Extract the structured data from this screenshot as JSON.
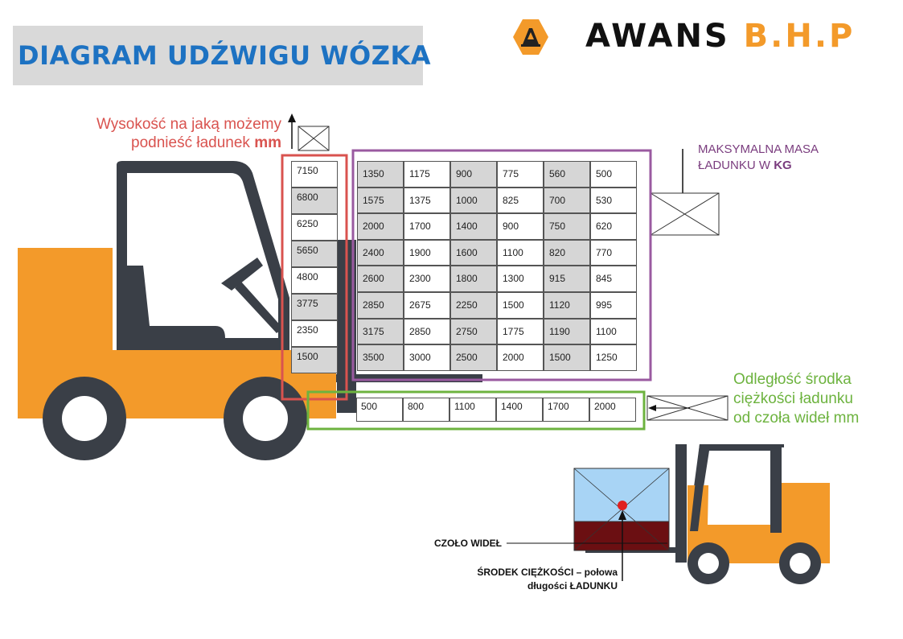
{
  "header": {
    "title": "DIAGRAM UDŹWIGU WÓZKA",
    "logo_text": "AWANS ",
    "logo_accent": "B.H.P",
    "logo_icon": "forklift-hexagon-logo"
  },
  "labels": {
    "height_line1": "Wysokość na jaką możemy",
    "height_line2": "podnieść ładunek",
    "height_unit": "mm",
    "mass_line1": "MAKSYMALNA MASA",
    "mass_line2": "ŁADUNKU W",
    "mass_unit": "KG",
    "distance_line1": "Odległość środka",
    "distance_line2": "ciężkości ładunku",
    "distance_line3": "od czoła wideł mm",
    "fork_face": "CZOŁO WIDEŁ",
    "center_line1": "ŚRODEK CIĘŻKOŚCI – połowa",
    "center_line2": "długości ŁADUNKU"
  },
  "heights": [
    "7150",
    "6800",
    "6250",
    "5650",
    "4800",
    "3775",
    "2350",
    "1500"
  ],
  "distances": [
    "500",
    "800",
    "1100",
    "1400",
    "1700",
    "2000"
  ],
  "capacity_rows": [
    [
      "1350",
      "1175",
      "900",
      "775",
      "560",
      "500"
    ],
    [
      "1575",
      "1375",
      "1000",
      "825",
      "700",
      "530"
    ],
    [
      "2000",
      "1700",
      "1400",
      "900",
      "750",
      "620"
    ],
    [
      "2400",
      "1900",
      "1600",
      "1100",
      "820",
      "770"
    ],
    [
      "2600",
      "2300",
      "1800",
      "1300",
      "915",
      "845"
    ],
    [
      "2850",
      "2675",
      "2250",
      "1500",
      "1120",
      "995"
    ],
    [
      "3175",
      "2850",
      "2750",
      "1775",
      "1190",
      "1100"
    ],
    [
      "3500",
      "3000",
      "2500",
      "2000",
      "1500",
      "1250"
    ]
  ],
  "colors": {
    "title_blue": "#1d72c2",
    "orange": "#f39a2a",
    "dark_gray": "#3a3f47",
    "frame_red": "#d9534f",
    "frame_purple": "#9a5aa0",
    "frame_green": "#6db33f",
    "load_blue": "#a8d4f5",
    "load_maroon": "#6b0f12"
  }
}
